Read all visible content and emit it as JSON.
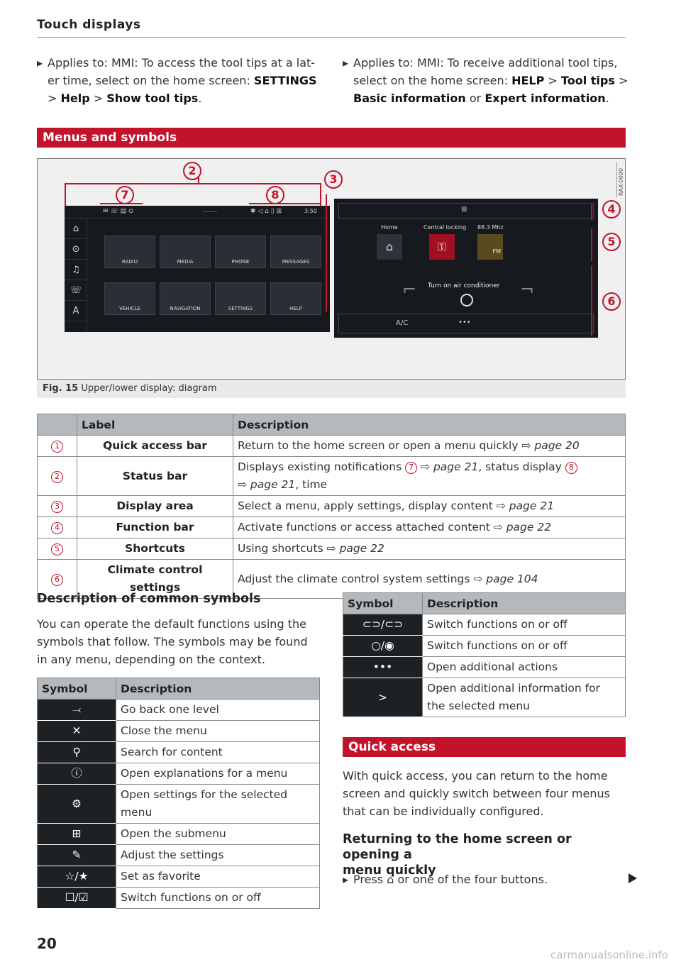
{
  "header": {
    "title": "Touch displays"
  },
  "intro": {
    "left": {
      "t1": "Applies to: MMI: To access the tool tips at a lat-",
      "t2": "er time, select on the home screen: ",
      "b1": "SETTINGS",
      "sep": " > ",
      "b2": "Help",
      "sep2": " > ",
      "b3": "Show tool tips",
      "end": "."
    },
    "right": {
      "t1": "Applies to: MMI: To receive additional tool tips,",
      "t2": "select on the home screen: ",
      "b1": "HELP",
      "sep": " > ",
      "b2": "Tool tips",
      "sep2": " >",
      "b3": "Basic information",
      "or": " or ",
      "b4": "Expert information",
      "end": "."
    }
  },
  "section1": {
    "title": "Menus and symbols"
  },
  "figure": {
    "rax": "RAX-0090",
    "caption_num": "Fig. 15",
    "caption_text": "Upper/lower display: diagram",
    "callouts": [
      "2",
      "7",
      "8",
      "3",
      "4",
      "5",
      "6"
    ],
    "status_time": "3:50",
    "tiles": [
      "RADIO",
      "MEDIA",
      "PHONE",
      "MESSAGES",
      "VEHICLE",
      "NAVIGATION",
      "SETTINGS",
      "HELP"
    ],
    "shortcuts": [
      "Home",
      "Central locking",
      "88.3 Mhz"
    ],
    "fm": "FM",
    "ac_hint": "Turn on air conditioner",
    "ac_label": "A/C",
    "dots": "•••"
  },
  "main_table": {
    "headers": [
      "Label",
      "Description"
    ],
    "rows": [
      {
        "num": "1",
        "label": "Quick access bar",
        "d1": "Return to the home screen or open a menu quickly ",
        "ref1": "⇨ page 20"
      },
      {
        "num": "2",
        "label": "Status bar",
        "d1": "Displays existing notifications ",
        "c1": "7",
        "ref1": " ⇨ page 21",
        "d2": ", status display ",
        "c2": "8",
        "ref2": "⇨ page 21",
        "d3": ", time"
      },
      {
        "num": "3",
        "label": "Display area",
        "d1": "Select a menu, apply settings, display content ",
        "ref1": "⇨ page 21"
      },
      {
        "num": "4",
        "label": "Function bar",
        "d1": "Activate functions or access attached content ",
        "ref1": "⇨ page 22"
      },
      {
        "num": "5",
        "label": "Shortcuts",
        "d1": "Using shortcuts ",
        "ref1": "⇨ page 22"
      },
      {
        "num": "6",
        "label": "Climate control settings",
        "d1": "Adjust the climate control system settings ",
        "ref1": "⇨ page 104"
      }
    ]
  },
  "symbols": {
    "heading": "Description of common symbols",
    "intro1": "You can operate the default functions using the",
    "intro2": "symbols that follow. The symbols may be found",
    "intro3": "in any menu, depending on the context.",
    "headers": [
      "Symbol",
      "Description"
    ],
    "left_rows": [
      {
        "sym": "back-icon",
        "desc": "Go back one level"
      },
      {
        "sym": "close-icon",
        "desc": "Close the menu"
      },
      {
        "sym": "search-icon",
        "desc": "Search for content"
      },
      {
        "sym": "info-icon",
        "desc": "Open explanations for a menu"
      },
      {
        "sym": "gear-icon",
        "desc": "Open settings for the selected",
        "desc2": "menu"
      },
      {
        "sym": "submenu-icon",
        "desc": "Open the submenu"
      },
      {
        "sym": "adjust-icon",
        "desc": "Adjust the settings"
      },
      {
        "sym": "favorite-icon",
        "desc": "Set as favorite"
      },
      {
        "sym": "checkbox-icon",
        "desc": "Switch functions on or off"
      }
    ],
    "right_rows": [
      {
        "sym": "toggle-icon",
        "desc": "Switch functions on or off"
      },
      {
        "sym": "radio-icon",
        "desc": "Switch functions on or off"
      },
      {
        "sym": "more-icon",
        "glyph": "•••",
        "desc": "Open additional actions"
      },
      {
        "sym": "chevron-right-icon",
        "glyph": ">",
        "desc": "Open additional information for",
        "desc2": "the selected menu"
      }
    ]
  },
  "section2": {
    "title": "Quick access"
  },
  "quick": {
    "p1": "With quick access, you can return to the home",
    "p2": "screen and quickly switch between four menus",
    "p3": "that can be individually configured.",
    "h1": "Returning to the home screen or opening a",
    "h2": "menu quickly",
    "b1": "Press ",
    "b2": " or one of the four buttons."
  },
  "footer": {
    "page": "20",
    "watermark": "carmanualsonline.info"
  },
  "colors": {
    "accent": "#c2132b",
    "table_header": "#b4b9be",
    "symbol_cell": "#1e2124"
  }
}
